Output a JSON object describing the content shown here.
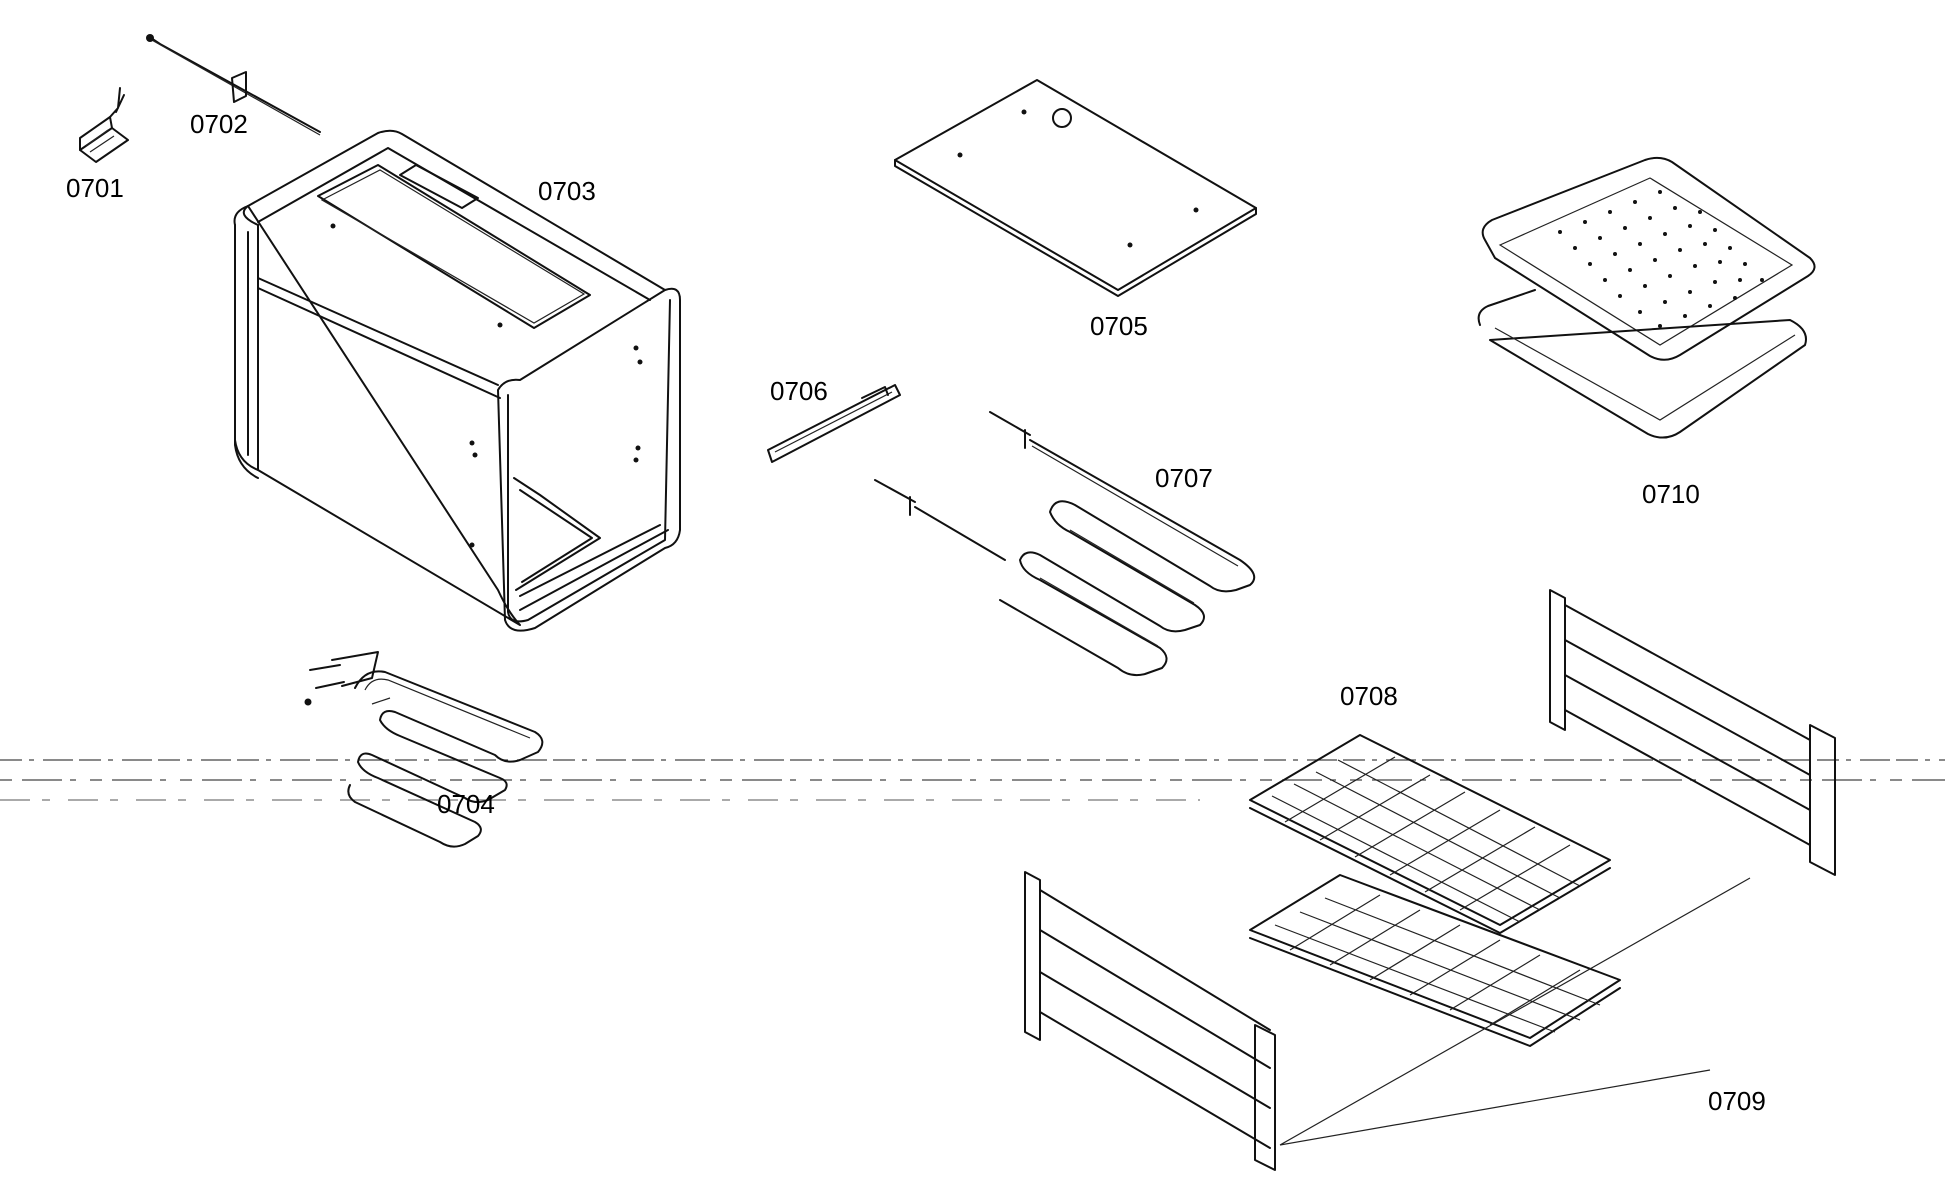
{
  "diagram": {
    "parts": [
      {
        "id": "0701",
        "label": "0701"
      },
      {
        "id": "0702",
        "label": "0702"
      },
      {
        "id": "0703",
        "label": "0703"
      },
      {
        "id": "0704",
        "label": "0704"
      },
      {
        "id": "0705",
        "label": "0705"
      },
      {
        "id": "0706",
        "label": "0706"
      },
      {
        "id": "0707",
        "label": "0707"
      },
      {
        "id": "0708",
        "label": "0708"
      },
      {
        "id": "0709",
        "label": "0709"
      },
      {
        "id": "0710",
        "label": "0710"
      }
    ]
  }
}
